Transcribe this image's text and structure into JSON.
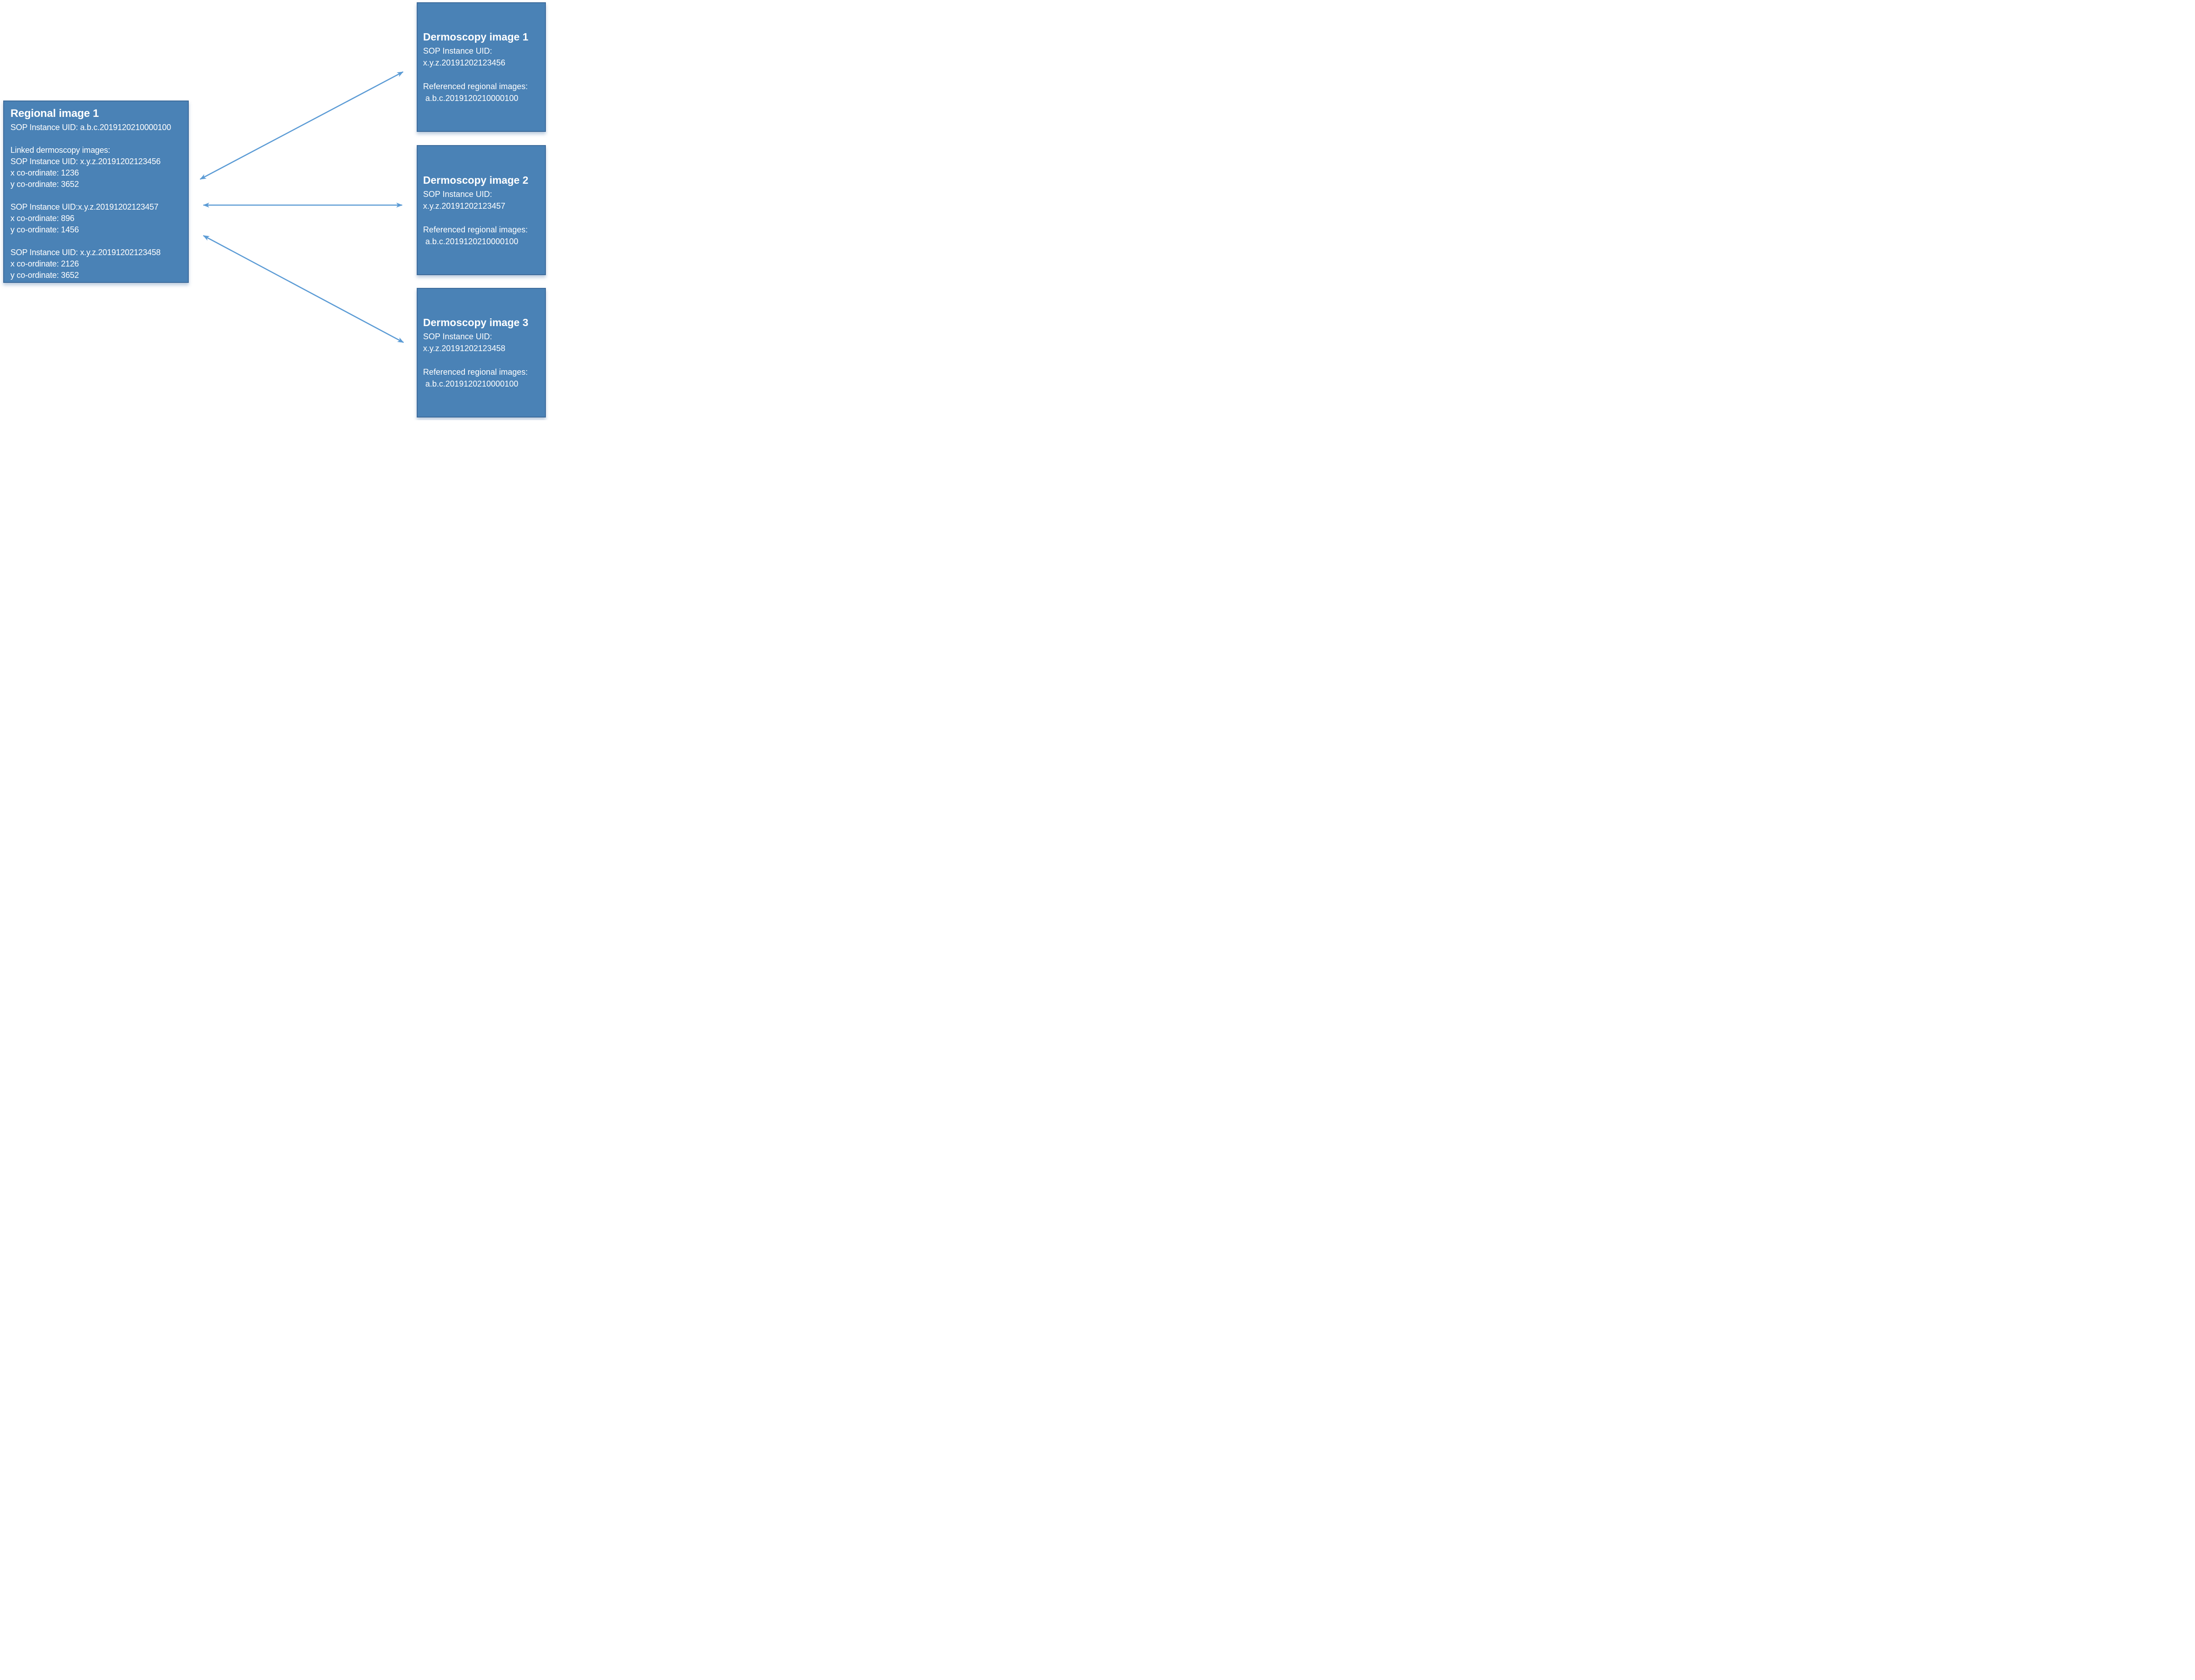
{
  "colors": {
    "box_fill": "#4a82b6",
    "box_border": "#3d6b9b",
    "arrow": "#5b9bd5",
    "text": "#ffffff"
  },
  "regional": {
    "title": "Regional image 1",
    "sop": "SOP Instance UID: a.b.c.2019120210000100",
    "linked_header": "Linked dermoscopy images:",
    "links": [
      {
        "sop": "SOP Instance UID: x.y.z.20191202123456",
        "x": "x co-ordinate: 1236",
        "y": "y co-ordinate: 3652"
      },
      {
        "sop": "SOP Instance UID:x.y.z.20191202123457",
        "x": "x co-ordinate: 896",
        "y": "y co-ordinate: 1456"
      },
      {
        "sop": "SOP Instance UID: x.y.z.20191202123458",
        "x": "x co-ordinate: 2126",
        "y": "y co-ordinate: 3652"
      }
    ]
  },
  "dermoscopy": [
    {
      "title": "Dermoscopy image 1",
      "sop_label": "SOP Instance UID:",
      "sop_uid": "x.y.z.20191202123456",
      "ref_label": "Referenced regional images:",
      "ref_uid": " a.b.c.2019120210000100"
    },
    {
      "title": "Dermoscopy image 2",
      "sop_label": "SOP Instance UID:",
      "sop_uid": "x.y.z.20191202123457",
      "ref_label": "Referenced regional images:",
      "ref_uid": " a.b.c.2019120210000100"
    },
    {
      "title": "Dermoscopy image 3",
      "sop_label": "SOP Instance UID:",
      "sop_uid": "x.y.z.20191202123458",
      "ref_label": "Referenced regional images:",
      "ref_uid": " a.b.c.2019120210000100"
    }
  ]
}
